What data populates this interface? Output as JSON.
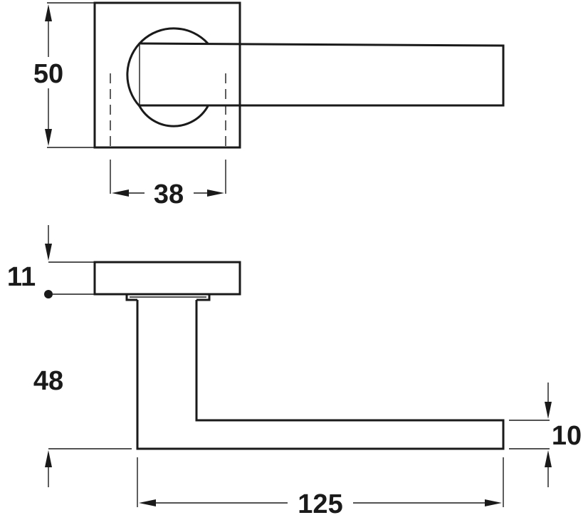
{
  "drawing": {
    "line_color": "#1a1a1a",
    "background": "#ffffff"
  },
  "dimensions": {
    "rose_height": "50",
    "rose_spindle_width": "38",
    "rose_thickness": "11",
    "lever_height": "48",
    "lever_thickness": "10",
    "lever_length": "125"
  }
}
